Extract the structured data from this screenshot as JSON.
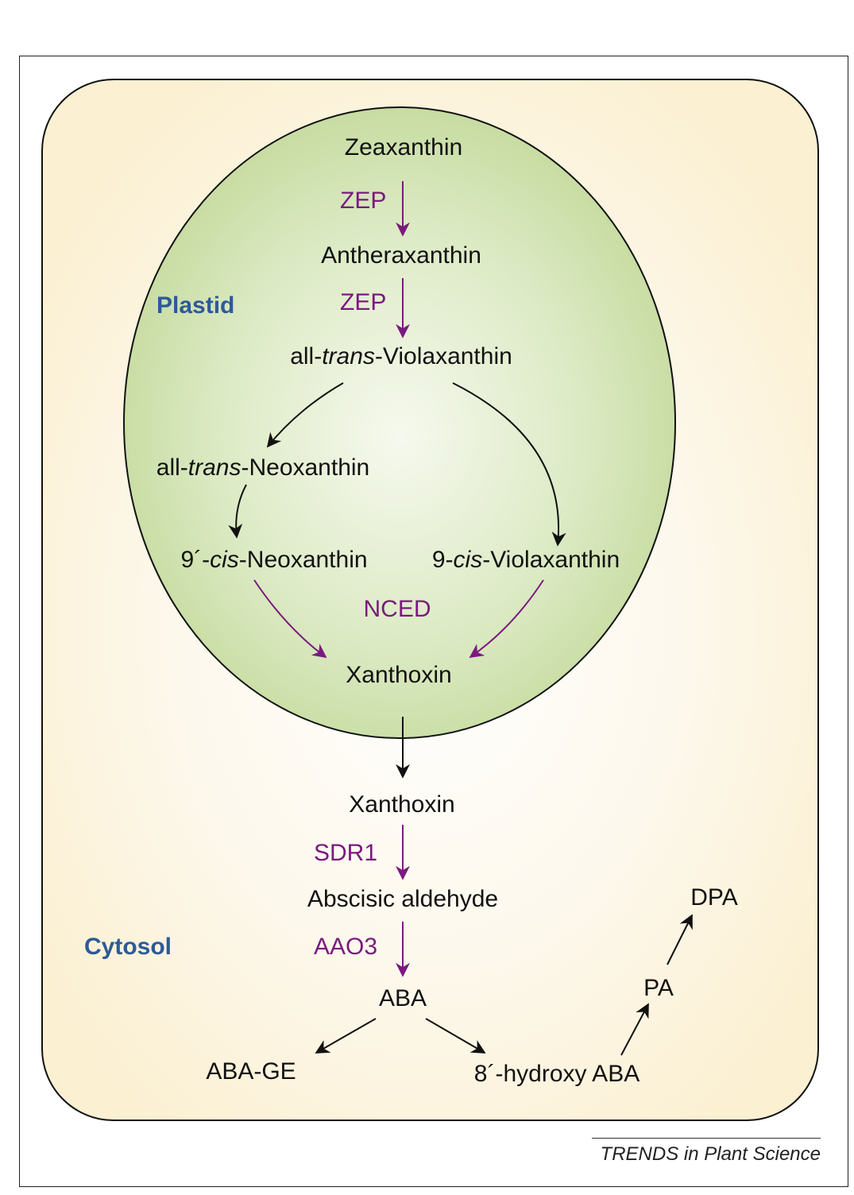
{
  "compartments": {
    "plastid": "Plastid",
    "cytosol": "Cytosol"
  },
  "compounds": {
    "zeaxanthin": "Zeaxanthin",
    "antheraxanthin": "Antheraxanthin",
    "all_trans_violaxanthin": {
      "prefix": "all-",
      "italic": "trans",
      "suffix": "-Violaxanthin"
    },
    "all_trans_neoxanthin": {
      "prefix": "all-",
      "italic": "trans",
      "suffix": "-Neoxanthin"
    },
    "cis_neoxanthin": {
      "prefix": "9´-",
      "italic": "cis",
      "suffix": "-Neoxanthin"
    },
    "cis_violaxanthin": {
      "prefix": "9-",
      "italic": "cis",
      "suffix": "-Violaxanthin"
    },
    "xanthoxin_plastid": "Xanthoxin",
    "xanthoxin_cytosol": "Xanthoxin",
    "abscisic_aldehyde": "Abscisic aldehyde",
    "aba": "ABA",
    "aba_ge": "ABA-GE",
    "hydroxy_aba": "8´-hydroxy ABA",
    "pa": "PA",
    "dpa": "DPA"
  },
  "enzymes": {
    "zep1": "ZEP",
    "zep2": "ZEP",
    "nced": "NCED",
    "sdr1": "SDR1",
    "aao3": "AAO3"
  },
  "colors": {
    "enzyme": "#7a1a7e",
    "compartment_label": "#2d5a98",
    "plastid_fill": "#c9dea2",
    "cell_fill": "#fbf2d8",
    "arrow": "#111111"
  },
  "credit": "TRENDS in Plant Science"
}
